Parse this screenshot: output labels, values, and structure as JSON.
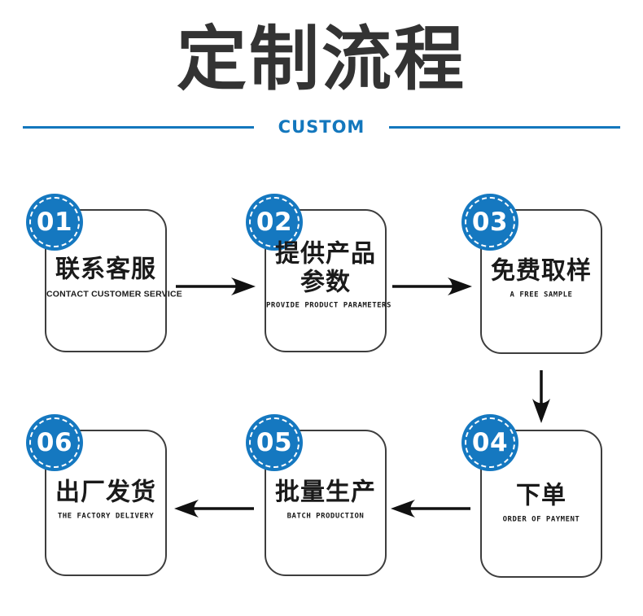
{
  "page": {
    "title": "定制流程",
    "subtitle": "CUSTOM"
  },
  "colors": {
    "accent_blue": "#1578c0",
    "title_dark": "#333333",
    "arrow_black": "#111111",
    "box_border": "#3d3d3d"
  },
  "steps": [
    {
      "number": "01",
      "zh": "联系客服",
      "en": "CONTACT CUSTOMER SERVICE"
    },
    {
      "number": "02",
      "zh": "提供产品\n参数",
      "en": "PROVIDE PRODUCT PARAMETERS"
    },
    {
      "number": "03",
      "zh": "免费取样",
      "en": "A FREE SAMPLE"
    },
    {
      "number": "04",
      "zh": "下单",
      "en": "ORDER OF PAYMENT"
    },
    {
      "number": "05",
      "zh": "批量生产",
      "en": "BATCH PRODUCTION"
    },
    {
      "number": "06",
      "zh": "出厂发货",
      "en": "THE FACTORY DELIVERY"
    }
  ],
  "flow": {
    "sequence": "01 → 02 → 03 → 04 → 05 → 06"
  }
}
